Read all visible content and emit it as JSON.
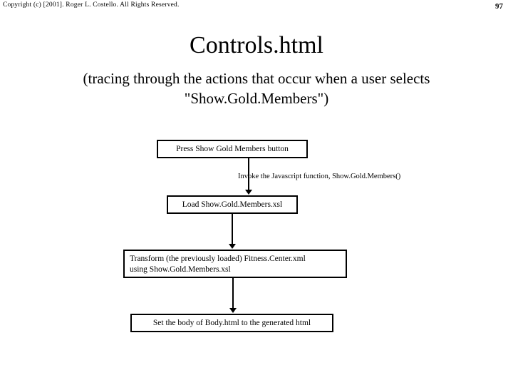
{
  "slide": {
    "copyright": "Copyright (c) [2001].  Roger L. Costello.  All Rights Reserved.",
    "page_number": "97",
    "title": "Controls.html",
    "subtitle_line1": "(tracing through the actions that occur when a user selects",
    "subtitle_line2": "\"Show.Gold.Members\")"
  },
  "chart_data": {
    "type": "diagram",
    "diagram_kind": "flowchart",
    "title": "Controls.html",
    "orientation": "top-to-bottom",
    "nodes": [
      {
        "id": "press",
        "shape": "rectangle",
        "lines": [
          "Press Show Gold Members button"
        ]
      },
      {
        "id": "load",
        "shape": "rectangle",
        "lines": [
          "Load Show.Gold.Members.xsl"
        ]
      },
      {
        "id": "transform",
        "shape": "rectangle",
        "lines": [
          "Transform (the previously loaded) Fitness.Center.xml",
          "using Show.Gold.Members.xsl"
        ]
      },
      {
        "id": "setbody",
        "shape": "rectangle",
        "lines": [
          "Set the body of Body.html to the generated html"
        ]
      }
    ],
    "edges": [
      {
        "from": "press",
        "to": "load",
        "arrow": "down",
        "label": "Invoke the Javascript function, Show.Gold.Members()"
      },
      {
        "from": "load",
        "to": "transform",
        "arrow": "down",
        "label": ""
      },
      {
        "from": "transform",
        "to": "setbody",
        "arrow": "down",
        "label": ""
      }
    ],
    "colors": {
      "stroke": "#000000",
      "fill": "#ffffff",
      "text": "#000000"
    }
  }
}
